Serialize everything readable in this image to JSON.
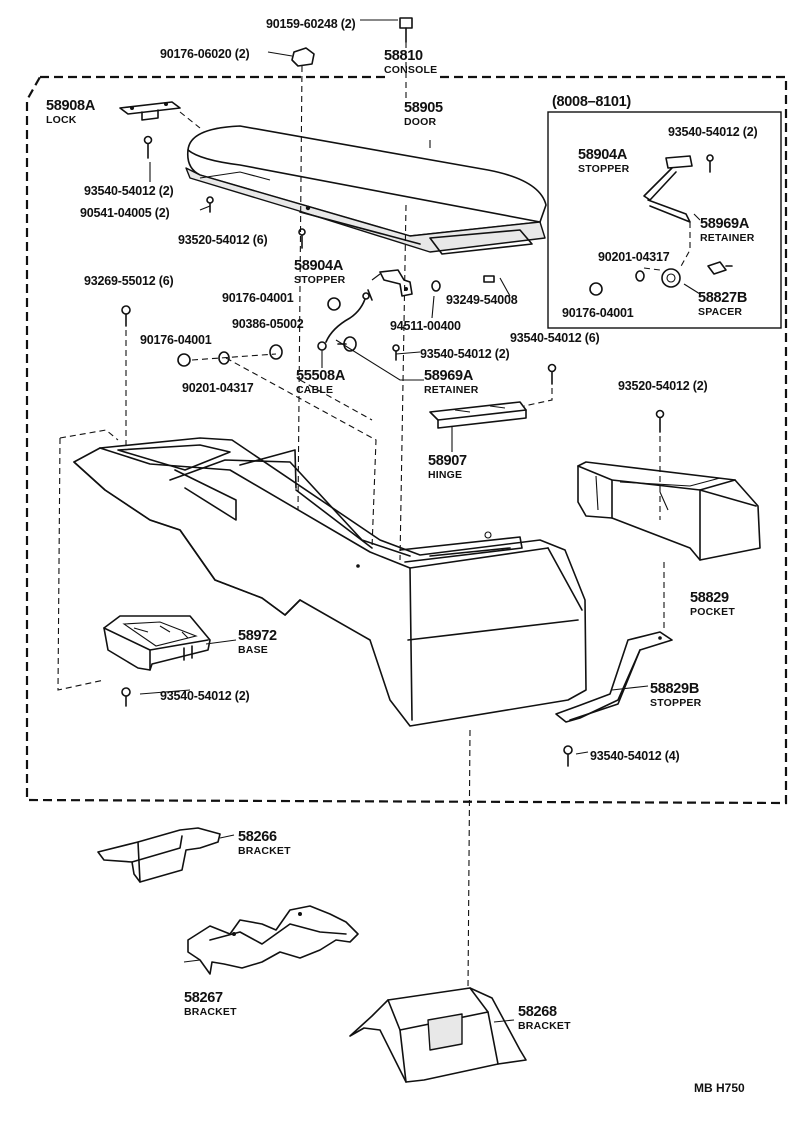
{
  "header": {
    "range_box": "(8008–8101)",
    "footer_code": "MB  H750"
  },
  "labels": [
    {
      "id": "p1",
      "part": "90159-60248 (2)",
      "desc": ""
    },
    {
      "id": "p2",
      "part": "90176-06020 (2)",
      "desc": ""
    },
    {
      "id": "p3",
      "part": "58810",
      "desc": "CONSOLE"
    },
    {
      "id": "p4",
      "part": "58908A",
      "desc": "LOCK"
    },
    {
      "id": "p5",
      "part": "58905",
      "desc": "DOOR"
    },
    {
      "id": "p6",
      "part": "93540-54012 (2)",
      "desc": ""
    },
    {
      "id": "p7",
      "part": "90541-04005 (2)",
      "desc": ""
    },
    {
      "id": "p8",
      "part": "93520-54012 (6)",
      "desc": ""
    },
    {
      "id": "p9",
      "part": "58904A",
      "desc": "STOPPER"
    },
    {
      "id": "p10",
      "part": "93269-55012 (6)",
      "desc": ""
    },
    {
      "id": "p11",
      "part": "90176-04001",
      "desc": ""
    },
    {
      "id": "p12",
      "part": "90386-05002",
      "desc": ""
    },
    {
      "id": "p13",
      "part": "90176-04001",
      "desc": ""
    },
    {
      "id": "p14",
      "part": "90201-04317",
      "desc": ""
    },
    {
      "id": "p15",
      "part": "93249-54008",
      "desc": ""
    },
    {
      "id": "p16",
      "part": "94511-00400",
      "desc": ""
    },
    {
      "id": "p17",
      "part": "93540-54012 (2)",
      "desc": ""
    },
    {
      "id": "p18",
      "part": "55508A",
      "desc": "CABLE"
    },
    {
      "id": "p19",
      "part": "58969A",
      "desc": "RETAINER"
    },
    {
      "id": "p20",
      "part": "93540-54012 (6)",
      "desc": ""
    },
    {
      "id": "p21",
      "part": "58907",
      "desc": "HINGE"
    },
    {
      "id": "p22",
      "part": "93520-54012 (2)",
      "desc": ""
    },
    {
      "id": "p23",
      "part": "58829",
      "desc": "POCKET"
    },
    {
      "id": "p24",
      "part": "58972",
      "desc": "BASE"
    },
    {
      "id": "p25",
      "part": "93540-54012 (2)",
      "desc": ""
    },
    {
      "id": "p26",
      "part": "58829B",
      "desc": "STOPPER"
    },
    {
      "id": "p27",
      "part": "93540-54012 (4)",
      "desc": ""
    },
    {
      "id": "p28",
      "part": "58266",
      "desc": "BRACKET"
    },
    {
      "id": "p29",
      "part": "58267",
      "desc": "BRACKET"
    },
    {
      "id": "p30",
      "part": "58268",
      "desc": "BRACKET"
    },
    {
      "id": "b1",
      "part": "93540-54012 (2)",
      "desc": ""
    },
    {
      "id": "b2",
      "part": "58904A",
      "desc": "STOPPER"
    },
    {
      "id": "b3",
      "part": "58969A",
      "desc": "RETAINER"
    },
    {
      "id": "b4",
      "part": "90201-04317",
      "desc": ""
    },
    {
      "id": "b5",
      "part": "58827B",
      "desc": "SPACER"
    },
    {
      "id": "b6",
      "part": "90176-04001",
      "desc": ""
    }
  ]
}
